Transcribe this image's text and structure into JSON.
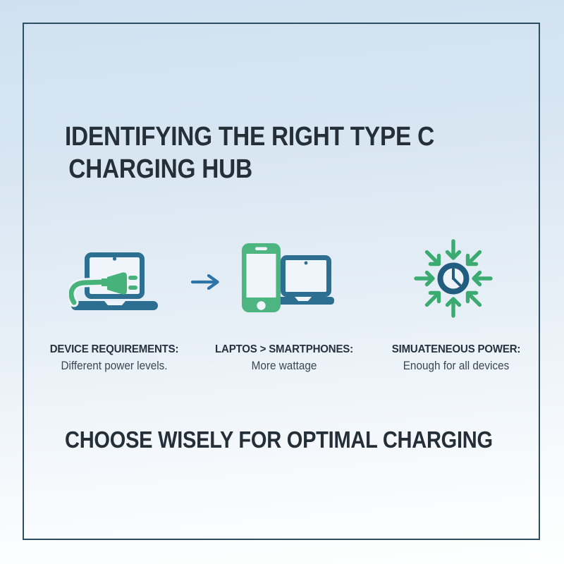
{
  "title": {
    "line1": "IDENTIFYING THE RIGHT TYPE C",
    "line2": "CHARGING HUB"
  },
  "steps": [
    {
      "icon": "laptop-plug-icon",
      "heading": "DEVICE REQUIREMENTS:",
      "description": "Different power levels."
    },
    {
      "icon": "phone-laptop-icon",
      "heading": "LAPTOS > SMARTPHONES:",
      "description": "More wattage"
    },
    {
      "icon": "clock-converging-arrows-icon",
      "heading": "SIMUATENEOUS POWER:",
      "description": "Enough for all devices"
    }
  ],
  "footer": {
    "heading": "CHOOSE WISELY FOR OPTIMAL CHARGING"
  },
  "colors": {
    "background_top": "#cfe1f1",
    "background_bottom": "#feffff",
    "frame_border": "#2d4d63",
    "text_dark": "#242f38",
    "text_secondary": "#3a4753",
    "icon_blue": "#2c6f90",
    "clock_blue": "#215d7e",
    "icon_green": "#47b37b",
    "arrow_blue": "#2f74a8"
  }
}
